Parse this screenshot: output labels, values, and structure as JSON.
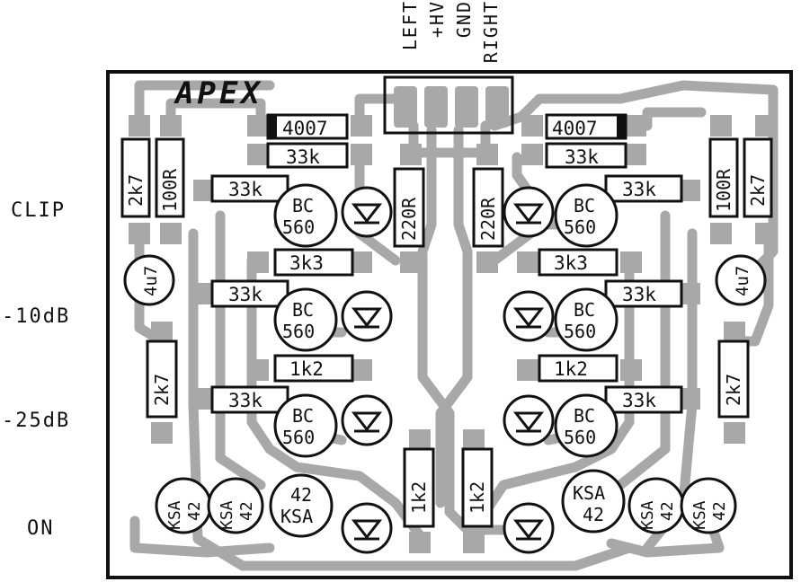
{
  "brand": "APEX",
  "connector_pins": [
    "LEFT",
    "+HV",
    "GND",
    "RIGHT"
  ],
  "indicator_labels": {
    "clip": "CLIP",
    "minus10": "-10dB",
    "minus25": "-25dB",
    "on": "ON"
  },
  "components": {
    "diode": "4007",
    "r33k": "33k",
    "r3k3": "3k3",
    "r1k2": "1k2",
    "r2k7": "2k7",
    "r100r": "100R",
    "r220r": "220R",
    "cap": "4u7",
    "transistor_bc_top": "BC",
    "transistor_bc_bottom": "560",
    "transistor_ksa_top": "KSA",
    "transistor_ksa_bottom": "42"
  },
  "colors": {
    "board": "#ffffff",
    "outline": "#111111",
    "trace": "#a8a8a8",
    "pad": "#a8a8a8"
  }
}
